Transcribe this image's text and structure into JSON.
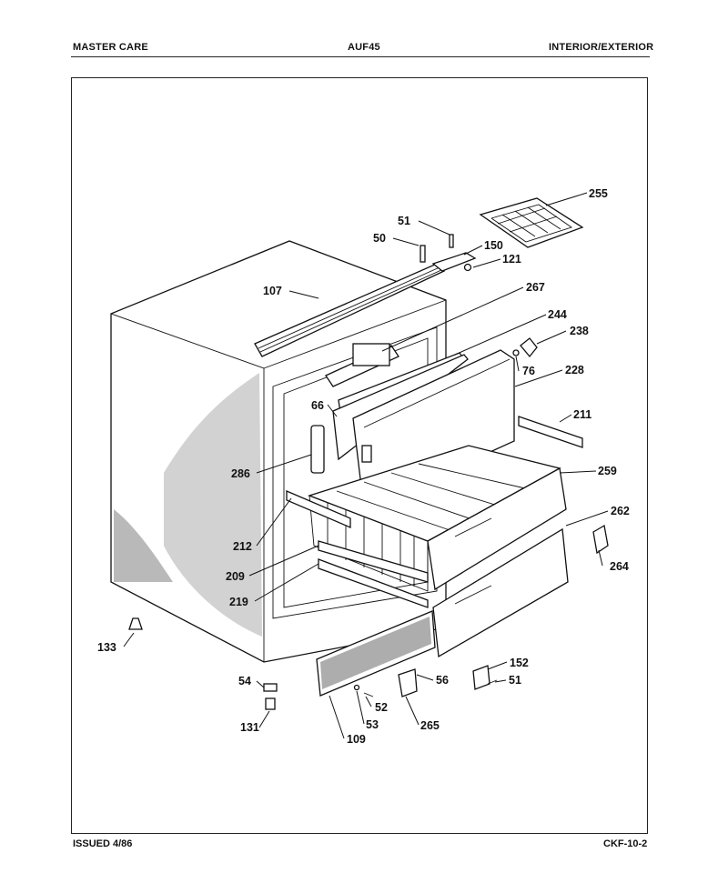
{
  "header": {
    "brand": "MASTER CARE",
    "model": "AUF45",
    "section": "INTERIOR/EXTERIOR"
  },
  "footer": {
    "issued": "ISSUED 4/86",
    "code": "CKF-10-2"
  },
  "part_labels": {
    "p255": "255",
    "p51a": "51",
    "p50": "50",
    "p150": "150",
    "p121": "121",
    "p107": "107",
    "p267": "267",
    "p244": "244",
    "p238": "238",
    "p76": "76",
    "p228": "228",
    "p66": "66",
    "p211": "211",
    "p286": "286",
    "p259": "259",
    "p262": "262",
    "p212": "212",
    "p264": "264",
    "p209": "209",
    "p219": "219",
    "p133": "133",
    "p152": "152",
    "p54": "54",
    "p56": "56",
    "p51b": "51",
    "p52": "52",
    "p131": "131",
    "p53": "53",
    "p265": "265",
    "p109": "109"
  }
}
